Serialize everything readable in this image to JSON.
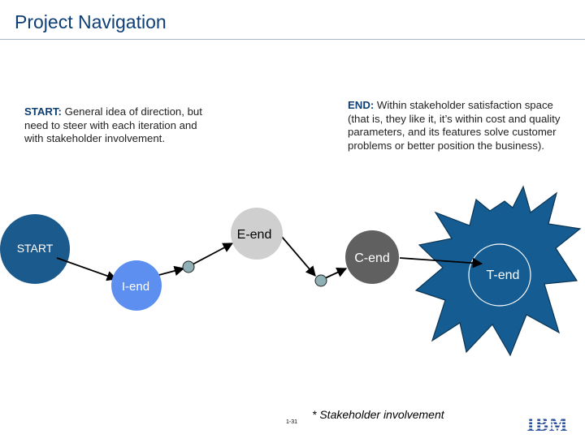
{
  "title": "Project Navigation",
  "start_text": {
    "label": "START:",
    "body": " General idea of direction, but need to steer with each iteration and with stakeholder involvement."
  },
  "end_text": {
    "label": "END:",
    "body": " Within stakeholder satisfaction space (that is, they like it, it’s within cost and quality parameters, and its features solve customer problems or better position the business)."
  },
  "nodes": {
    "start": "START",
    "iend": "I-end",
    "eend": "E-end",
    "cend": "C-end",
    "tend": "T-end"
  },
  "footer": {
    "note": "* Stakeholder involvement",
    "page": "1-31"
  },
  "logo_text": "IBM",
  "colors": {
    "title": "#0d3f74",
    "start_node": "#1b5a8c",
    "iend_node": "#5c8ff0",
    "eend_node": "#cfcfcf",
    "cend_node": "#606060",
    "tend_burst": "#155c92",
    "waypoint": "#8fb0b4"
  }
}
